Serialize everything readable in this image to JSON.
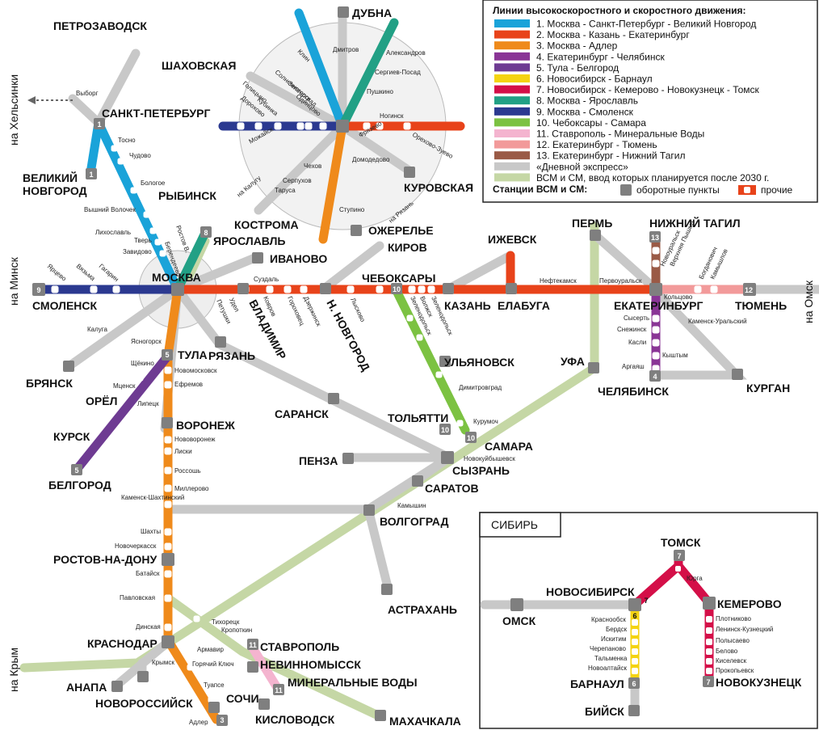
{
  "legend": {
    "title": "Линии высокоскоростного и скоростного движения:",
    "items": [
      {
        "label": "1. Москва - Санкт-Петербург - Великий Новгород",
        "color": "#1aa3d9"
      },
      {
        "label": "2. Москва - Казань - Екатеринбург",
        "color": "#e8431a"
      },
      {
        "label": "3. Москва - Адлер",
        "color": "#ef8a1b"
      },
      {
        "label": "4. Екатеринбург - Челябинск",
        "color": "#8a3596"
      },
      {
        "label": "5. Тула - Белгород",
        "color": "#6e3b92"
      },
      {
        "label": "6. Новосибирск - Барнаул",
        "color": "#f4d312"
      },
      {
        "label": "7. Новосибирск - Кемерово - Новокузнецк - Томск",
        "color": "#d40f48"
      },
      {
        "label": "8. Москва - Ярославль",
        "color": "#22a085"
      },
      {
        "label": "9. Москва - Смоленск",
        "color": "#2b3990"
      },
      {
        "label": "10. Чебоксары - Самара",
        "color": "#7cc242"
      },
      {
        "label": "11. Ставрополь - Минеральные Воды",
        "color": "#f4b4cf"
      },
      {
        "label": "12. Екатеринбург - Тюмень",
        "color": "#f29a9a"
      },
      {
        "label": "13. Екатеринбург - Нижний Тагил",
        "color": "#9a5a46"
      },
      {
        "label": "«Дневной экспресс»",
        "color": "#c8c8c8"
      },
      {
        "label": "ВСМ и СМ, ввод которых планируется после 2030 г.",
        "color": "#c5d7a5"
      }
    ],
    "stations_label": "Станции ВСМ и СМ:",
    "terminal_label": "оборотные пункты",
    "other_label": "прочие"
  },
  "siberia_label": "СИБИРЬ",
  "directions": {
    "helsinki": "на Хельсинки",
    "minsk": "на Минск",
    "omsk": "на Омск",
    "crimea": "на Крым",
    "kaluga": "на Калугу",
    "ryazan": "на Рязань"
  },
  "cities": {
    "petrozavodsk": "ПЕТРОЗАВОДСК",
    "spb": "САНКТ-ПЕТЕРБУРГ",
    "vnovgorod1": "ВЕЛИКИЙ",
    "vnovgorod2": "НОВГОРОД",
    "dubna": "ДУБНА",
    "shakhovskaya": "ШАХОВСКАЯ",
    "kurovskaya": "КУРОВСКАЯ",
    "ozherelye": "ОЖЕРЕЛЬЕ",
    "rybinsk": "РЫБИНСК",
    "kostroma": "КОСТРОМА",
    "yaroslavl": "ЯРОСЛАВЛЬ",
    "ivanovo": "ИВАНОВО",
    "moscow": "МОСКВА",
    "smolensk": "СМОЛЕНСК",
    "vladimir": "ВЛАДИМИР",
    "nnovgorod": "Н. НОВГОРОД",
    "cheboksary": "ЧЕБОКСАРЫ",
    "kirov": "КИРОВ",
    "izhevsk": "ИЖЕВСК",
    "kazan": "КАЗАНЬ",
    "elabuga": "ЕЛАБУГА",
    "perm": "ПЕРМЬ",
    "ntagil": "НИЖНИЙ ТАГИЛ",
    "ekb": "ЕКАТЕРИНБУРГ",
    "tyumen": "ТЮМЕНЬ",
    "chelyabinsk": "ЧЕЛЯБИНСК",
    "kurgan": "КУРГАН",
    "ufa": "УФА",
    "bryansk": "БРЯНСК",
    "tula": "ТУЛА",
    "ryazan": "РЯЗАНЬ",
    "orel": "ОРЁЛ",
    "kursk": "КУРСК",
    "belgorod": "БЕЛГОРОД",
    "voronezh": "ВОРОНЕЖ",
    "saransk": "САРАНСК",
    "ulyanovsk": "УЛЬЯНОВСК",
    "tolyatti": "ТОЛЬЯТТИ",
    "samara": "САМАРА",
    "penza": "ПЕНЗА",
    "syzran": "СЫЗРАНЬ",
    "saratov": "САРАТОВ",
    "volgograd": "ВОЛГОГРАД",
    "astrakhan": "АСТРАХАНЬ",
    "rostov": "РОСТОВ-НА-ДОНУ",
    "krasnodar": "КРАСНОДАР",
    "anapa": "АНАПА",
    "novorossiysk": "НОВОРОССИЙСК",
    "stavropol": "СТАВРОПОЛЬ",
    "nevinnomyssk": "НЕВИННОМЫССК",
    "minvody": "МИНЕРАЛЬНЫЕ ВОДЫ",
    "kislovodsk": "КИСЛОВОДСК",
    "makhachkala": "МАХАЧКАЛА",
    "sochi": "СОЧИ",
    "tomsk": "ТОМСК",
    "novosibirsk": "НОВОСИБИРСК",
    "omsk": "ОМСК",
    "kemerovo": "КЕМЕРОВО",
    "barnaul": "БАРНАУЛ",
    "biysk": "БИЙСК",
    "novokuznetsk": "НОВОКУЗНЕЦК"
  },
  "stations": {
    "vyborg": "Выборг",
    "tosno": "Тосно",
    "chudovo": "Чудово",
    "bologoe": "Бологое",
    "vvolochek": "Вышний Волочек",
    "likhoslavl": "Лихославль",
    "tver": "Тверь",
    "zavidovo": "Завидово",
    "klin": "Клин",
    "dmitrov": "Дмитров",
    "aleksandrov": "Александров",
    "sergiev": "Сергиев-Посад",
    "pushkino": "Пушкино",
    "noginsk": "Ногинск",
    "orekhovo": "Орехово-Зуево",
    "zheleznodorozhny": "Железнодорожный",
    "fryazevo": "Фрязево",
    "domodedovo": "Домодедово",
    "stupino": "Ступино",
    "chekhov": "Чехов",
    "serpukhov": "Серпухов",
    "tarusa": "Таруса",
    "mozhaysk": "Можайск",
    "kubinka": "Кубинка",
    "dorokhovo": "Дорохово",
    "golitsyno": "Голицыно",
    "odintsovo": "Одинцово",
    "zelenograd": "Зеленоград",
    "solnechnogorsk": "Солнечногорск",
    "rostov": "Ростов В.",
    "berendeevo": "Берендеево",
    "yartsevo": "Ярцево",
    "vyazma": "Вязьма",
    "gagarin": "Гагарин",
    "suzdal": "Суздаль",
    "kovrov": "Ковров",
    "gorokhovets": "Гороховец",
    "dzerzhinsk": "Дзержинск",
    "petushki": "Петушки",
    "udel": "Удел",
    "lyskovo": "Лысково",
    "zelenodolsk": "Зеленодольск",
    "volzhsk": "Волжск",
    "zelenodolsk2": "Зеленодольск",
    "neftekamsk": "Нефтекамск",
    "pervouralsk": "Первоуральск",
    "koltsovo": "Кольцово",
    "novouralsk": "Новоуральск",
    "vpyshma": "Верхняя Пышма",
    "bogdanovich": "Богданович",
    "kamyshlov": "Камышлов",
    "sysert": "Сысерть",
    "snezhinsk": "Снежинск",
    "kasli": "Касли",
    "kyshtym": "Кыштым",
    "argayash": "Аргаяш",
    "kamensk": "Каменск-Уральский",
    "dimitrovgrad": "Димитровград",
    "kurumoch": "Курумоч",
    "novokuybyshevsk": "Новокуйбышевск",
    "kamyshin": "Камышин",
    "kaluga": "Калуга",
    "yasnogorsk": "Ясногорск",
    "shchekino": "Щёкино",
    "novomoskovsk": "Новомосковск",
    "efremov": "Ефремов",
    "mtsensk": "Мценск",
    "lipetsk": "Липецк",
    "novovoronezh": "Нововоронеж",
    "liski": "Лиски",
    "rossosh": "Россошь",
    "millerovo": "Миллерово",
    "kshakhtinsky": "Каменск-Шахтинский",
    "shakhty": "Шахты",
    "novocherkassk": "Новочеркасск",
    "bataysk": "Батайск",
    "pavlovskaya": "Павловская",
    "tikhoretsk": "Тихорецк",
    "kropotkin": "Кропоткин",
    "armavir": "Армавир",
    "dinskaya": "Динская",
    "krymsk": "Крымск",
    "goryachiy": "Горячий Ключ",
    "tuapse": "Туапсе",
    "adler": "Адлер",
    "yurga": "Юрга",
    "krasnoobsk": "Краснообск",
    "berdsk": "Бердск",
    "iskitim": "Искитим",
    "cherepanovo": "Черепаново",
    "talmenka": "Тальменка",
    "novoaltaysk": "Новоалтайск",
    "plotnikovo": "Плотниково",
    "lkuznetsk": "Ленинск-Кузнецкий",
    "polysaevo": "Полысаево",
    "belovo": "Белово",
    "kiselevsk": "Киселевск",
    "prokopyevsk": "Прокопьевск"
  }
}
